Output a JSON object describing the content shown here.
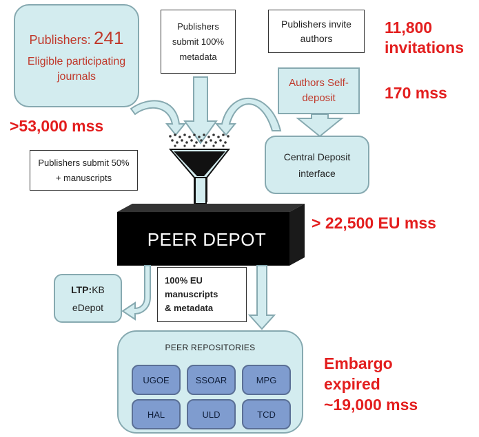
{
  "publishers_box": {
    "label": "Publishers:",
    "count": "241",
    "subtitle": "Eligible participating journals"
  },
  "metadata_box": {
    "text": "Publishers submit 100% metadata"
  },
  "invite_box": {
    "text": "Publishers invite authors"
  },
  "self_deposit_box": {
    "text": "Authors Self-deposit"
  },
  "central_deposit_box": {
    "text": "Central Deposit interface"
  },
  "submit50_box": {
    "text": "Publishers submit 50% + manuscripts"
  },
  "depot": {
    "label": "PEER DEPOT"
  },
  "ltp_box": {
    "bold": "LTP:",
    "rest": "KB",
    "line2": "eDepot"
  },
  "eu_box": {
    "line1": "100% EU",
    "line2": "manuscripts",
    "line3": "& metadata"
  },
  "repositories": {
    "title": "PEER REPOSITORIES",
    "items": [
      "UGOE",
      "SSOAR",
      "MPG",
      "HAL",
      "ULD",
      "TCD"
    ]
  },
  "stats": {
    "mss_53000": ">53,000 mss",
    "invitations_line1": "11,800",
    "invitations_line2": "invitations",
    "mss_170": "170 mss",
    "eu_mss": "> 22,500 EU mss",
    "embargo_line1": "Embargo",
    "embargo_line2": "expired",
    "embargo_line3": "~19,000 mss"
  },
  "colors": {
    "teal_fill": "#d3ecef",
    "teal_stroke": "#86a9b0",
    "repo_cell": "#7f9ccf",
    "stat_red": "#e31e1e",
    "depot_black": "#000000"
  }
}
